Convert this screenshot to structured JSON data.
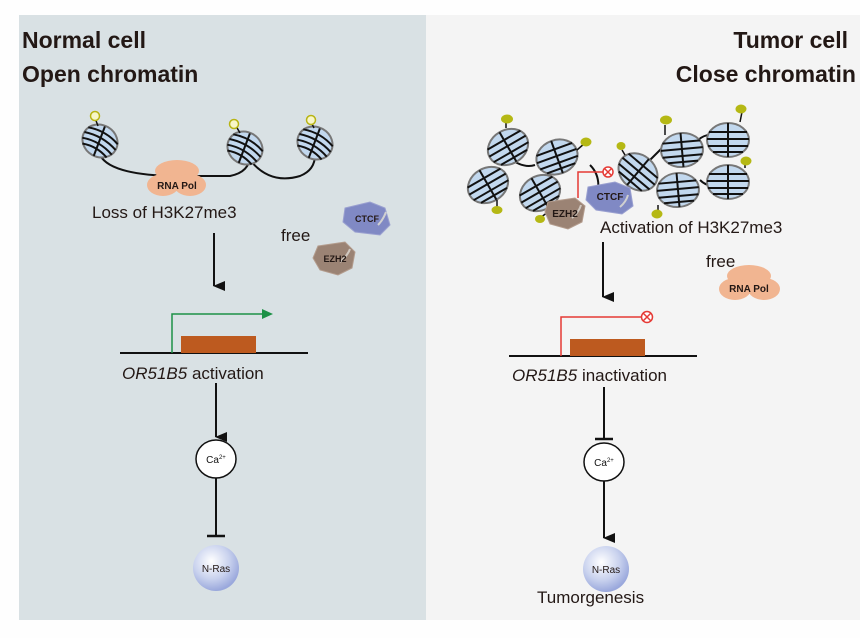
{
  "normal": {
    "title_line1": "Normal cell",
    "title_line2": "Open chromatin",
    "polymerase_label": "RNA Pol",
    "histone_state": "Loss of H3K27me3",
    "free_label": "free",
    "free_proteins": [
      "CTCF",
      "EZH2"
    ],
    "gene_name": "OR51B5",
    "gene_state": "activation",
    "calcium_label": "Ca",
    "calcium_sup": "2+",
    "ras_label": "N-Ras",
    "relations": [
      "activation-arrow",
      "activation-arrow",
      "inhibition-bar"
    ]
  },
  "tumor": {
    "title_line1": "Tumor cell",
    "title_line2": "Close chromatin",
    "bound_proteins": [
      "EZH2",
      "CTCF"
    ],
    "histone_state": "Activation of H3K27me3",
    "free_label": "free",
    "free_proteins": [
      "RNA Pol"
    ],
    "gene_name": "OR51B5",
    "gene_state": "inactivation",
    "calcium_label": "Ca",
    "calcium_sup": "2+",
    "ras_label": "N-Ras",
    "outcome": "Tumorgenesis",
    "relations": [
      "activation-arrow",
      "inhibition-bar",
      "activation-arrow"
    ]
  },
  "colors": {
    "normal_bg": "#d9e1e4",
    "tumor_bg": "#f4f4f4",
    "nucleosome": "#c2d8ee",
    "mark_open": "#f5f0a0",
    "mark_closed": "#b5b814",
    "rna_pol": "#f1b591",
    "ctcf": "#8089c4",
    "ezh2": "#9b8374",
    "gene": "#bd5a1f",
    "tss_active": "#1d9146",
    "tss_blocked": "#e53a35"
  }
}
